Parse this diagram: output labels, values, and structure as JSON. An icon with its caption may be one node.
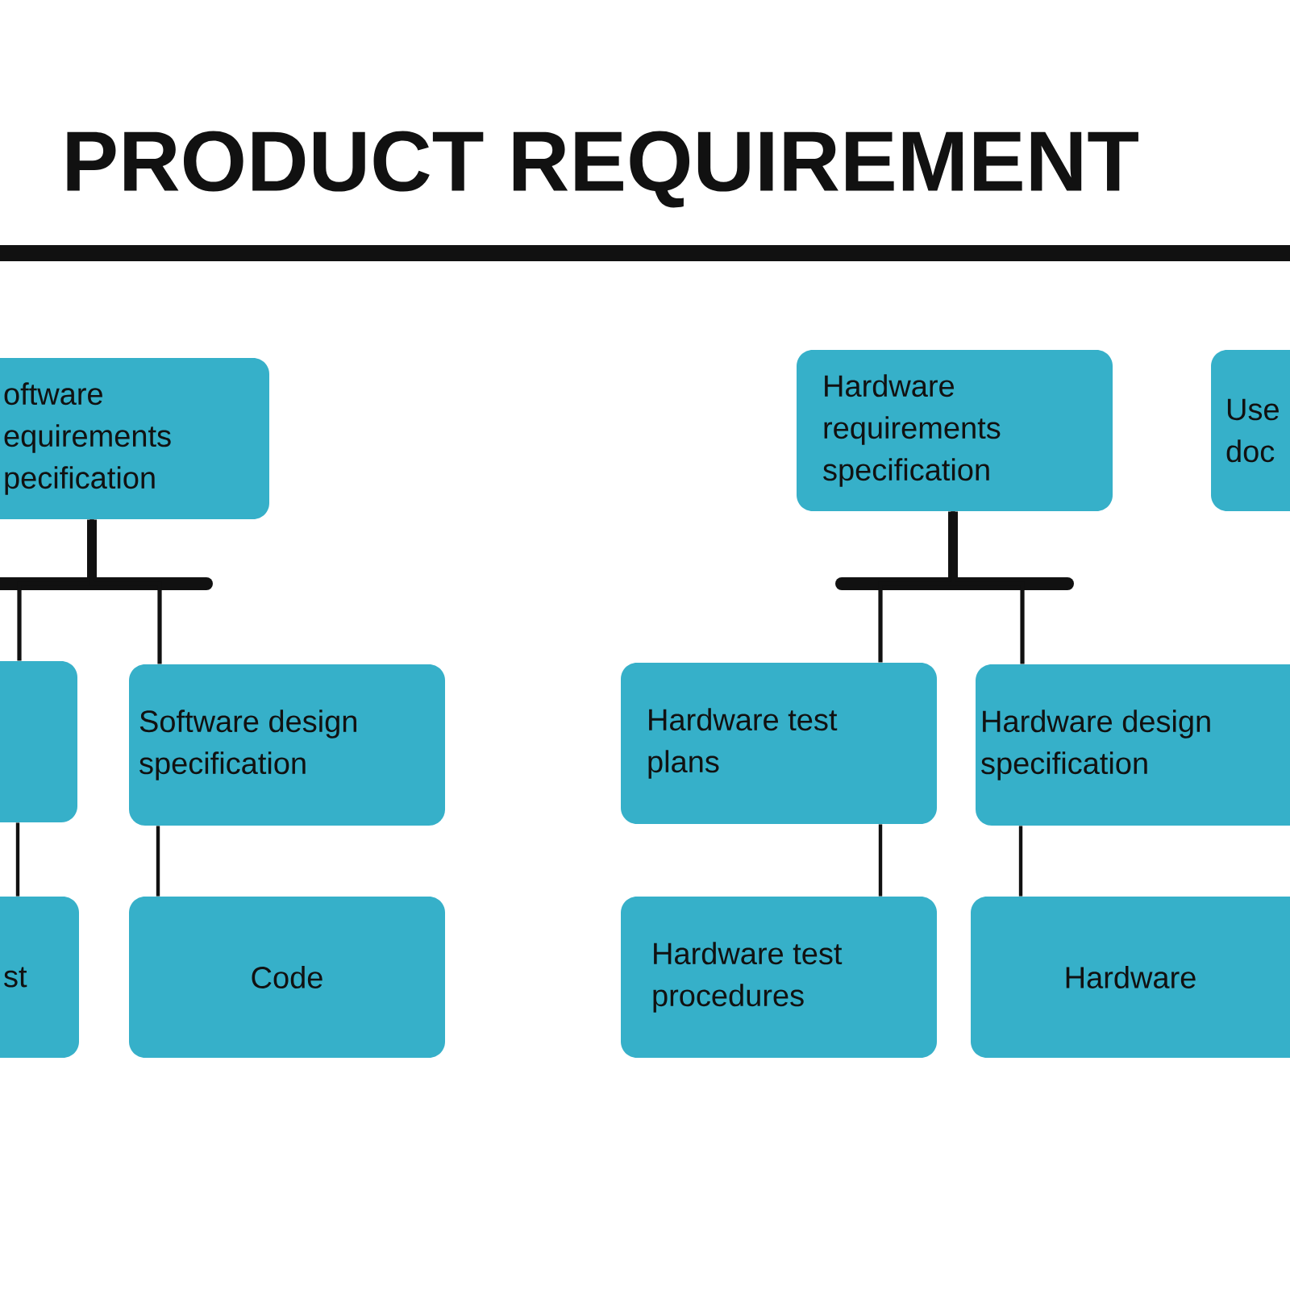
{
  "diagram": {
    "title": "PRODUCT REQUIREMENT",
    "nodes": [
      {
        "text": [
          "oftware equirements pecification"
        ]
      },
      {
        "text": [],
        "shape": "box"
      },
      {
        "text": [
          "Software design specification"
        ]
      },
      {
        "text": [
          "st"
        ]
      },
      {
        "text": [
          "Code"
        ]
      },
      {
        "text": [
          "Hardware requirements specification"
        ]
      },
      {
        "text": [
          "Use doc"
        ]
      },
      {
        "text": [
          "Hardware test plans"
        ]
      },
      {
        "text": [
          "Hardware design specification"
        ]
      },
      {
        "text": [
          "Hardware test procedures"
        ]
      },
      {
        "text": [
          "Hardware"
        ]
      }
    ],
    "edges": [
      {
        "from": 0,
        "to": 1,
        "arrow": "none",
        "style": "thick"
      },
      {
        "from": 0,
        "to": 2,
        "arrow": "none",
        "style": "thick"
      },
      {
        "from": 1,
        "to": 3,
        "arrow": "none"
      },
      {
        "from": 2,
        "to": 4,
        "arrow": "none"
      },
      {
        "from": 5,
        "to": 7,
        "arrow": "none",
        "style": "thick"
      },
      {
        "from": 5,
        "to": 8,
        "arrow": "none",
        "style": "thick"
      },
      {
        "from": 7,
        "to": 9,
        "arrow": "none"
      },
      {
        "from": 8,
        "to": 10,
        "arrow": "none"
      }
    ]
  }
}
